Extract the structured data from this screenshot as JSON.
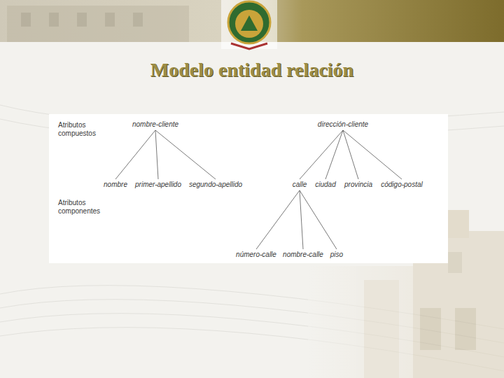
{
  "diagram": {
    "title": "Modelo entidad relación",
    "nodes": [
      {
        "text": [
          "nombre-cliente"
        ]
      },
      {
        "text": [
          "dirección-cliente"
        ]
      },
      {
        "text": [
          "nombre"
        ]
      },
      {
        "text": [
          "primer-apellido"
        ]
      },
      {
        "text": [
          "segundo-apellido"
        ]
      },
      {
        "text": [
          "calle"
        ]
      },
      {
        "text": [
          "ciudad"
        ]
      },
      {
        "text": [
          "provincia"
        ]
      },
      {
        "text": [
          "código-postal"
        ]
      },
      {
        "text": [
          "número-calle"
        ]
      },
      {
        "text": [
          "nombre-calle"
        ]
      },
      {
        "text": [
          "piso"
        ]
      }
    ],
    "edges": [
      {
        "from": 0,
        "to": 2,
        "arrow": "none"
      },
      {
        "from": 0,
        "to": 3,
        "arrow": "none"
      },
      {
        "from": 0,
        "to": 4,
        "arrow": "none"
      },
      {
        "from": 1,
        "to": 5,
        "arrow": "none"
      },
      {
        "from": 1,
        "to": 6,
        "arrow": "none"
      },
      {
        "from": 1,
        "to": 7,
        "arrow": "none"
      },
      {
        "from": 1,
        "to": 8,
        "arrow": "none"
      },
      {
        "from": 5,
        "to": 9,
        "arrow": "none"
      },
      {
        "from": 5,
        "to": 10,
        "arrow": "none"
      },
      {
        "from": 5,
        "to": 11,
        "arrow": "none"
      }
    ],
    "labels": [
      "Atributos compuestos",
      "Atributos componentes"
    ]
  }
}
